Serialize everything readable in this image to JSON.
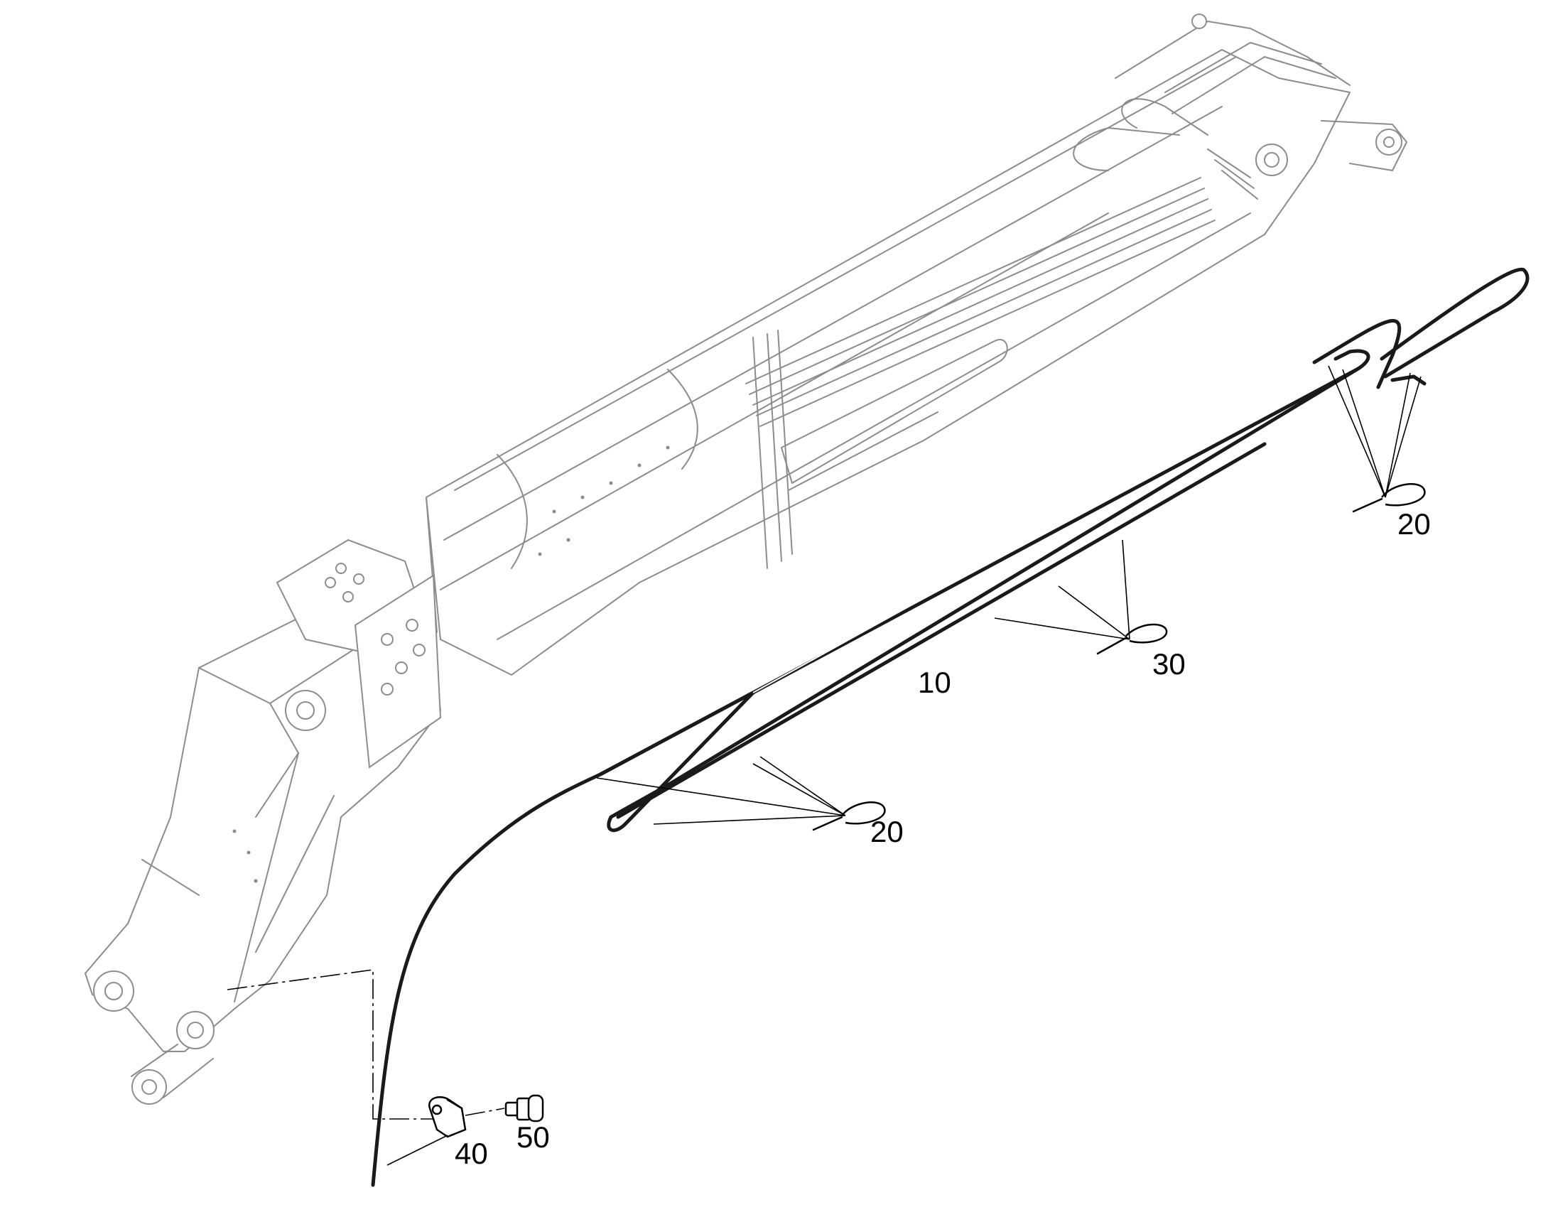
{
  "callouts": {
    "cable": "10",
    "cable_tie_upper": "20",
    "cable_tie_lower": "20",
    "clip": "30",
    "clamp": "40",
    "fitting": "50"
  },
  "colors": {
    "outline": "#8c8c8c",
    "cable": "#1a1a1a",
    "text": "#000000"
  }
}
